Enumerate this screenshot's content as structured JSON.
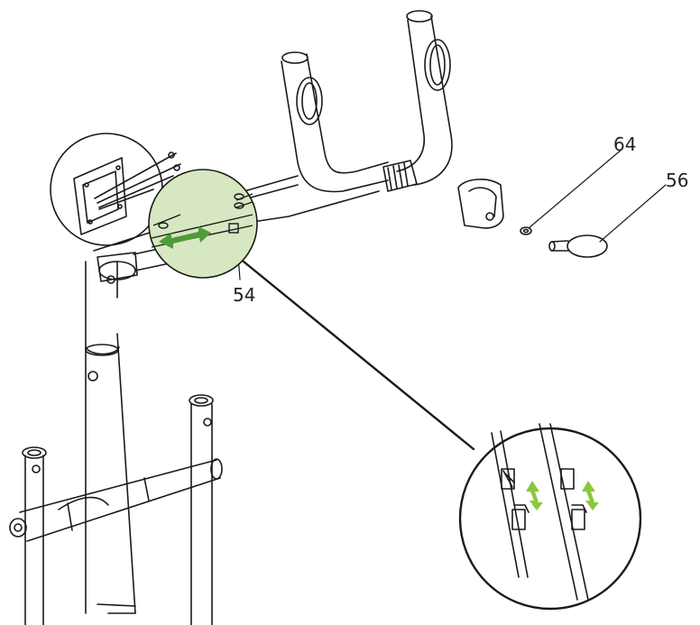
{
  "labels": {
    "part_64": "64",
    "part_56": "56",
    "part_54": "54"
  },
  "colors": {
    "line": "#1a1a1a",
    "highlight_fill": "#d7e7c2",
    "arrow_green": "#4f9a3a",
    "arrow_light_green": "#8cc63f"
  }
}
